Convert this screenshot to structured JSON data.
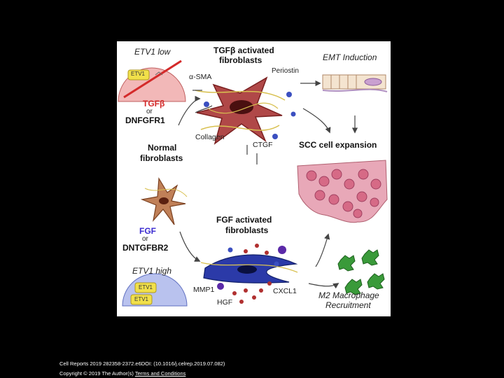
{
  "figure": {
    "etv1_low": "ETV1 low",
    "tgfb_activated": "TGFβ activated",
    "fibroblasts": "fibroblasts",
    "emt_induction": "EMT Induction",
    "periostin": "Periostin",
    "alpha_sma": "α-SMA",
    "etv1_gene": "ETV1",
    "tgfb": "TGFβ",
    "or": "or",
    "dnfgfr1": "DNFGFR1",
    "collagen": "Collagen",
    "ctgf": "CTGF",
    "scc_expansion": "SCC cell expansion",
    "normal": "Normal",
    "fgf_activated": "FGF activated",
    "fgf": "FGF",
    "dntgfbr2": "DNTGFBR2",
    "etv1_high": "ETV1 high",
    "mmp1": "MMP1",
    "cxcl1": "CXCL1",
    "hgf": "HGF",
    "m2_macrophage": "M2 Macrophage",
    "recruitment": "Recruitment"
  },
  "caption": {
    "citation": "Cell Reports 2019 282358-2372.e6DOI: (10.1016/j.celrep.2019.07.082)",
    "copyright_prefix": "Copyright © 2019 The Author(s)",
    "terms_link": "Terms and Conditions"
  },
  "colors": {
    "tgfb_red": "#d42a2a",
    "fgf_blue": "#3a2ad0",
    "etv1_low_bg": "#f2b8b8",
    "etv1_high_bg": "#b9c2ee",
    "fibroblast_red": "#a83a3a",
    "fibroblast_blue": "#2b3aa8",
    "macrophage_green": "#3a9a3a"
  }
}
